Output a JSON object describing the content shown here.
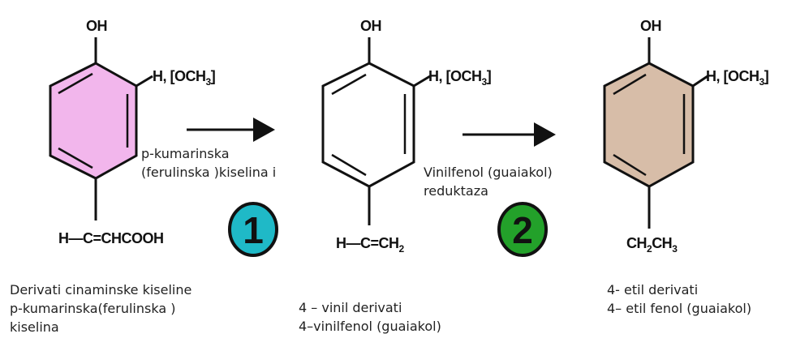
{
  "colors": {
    "ring1_fill": "#f2b6ec",
    "ring3_fill": "#d7bda8",
    "step1_badge": "#1fb9c7",
    "step2_badge": "#23a12a"
  },
  "molecule1": {
    "top_group": "OH",
    "side_group": "H, [OCH",
    "side_sub": "3",
    "side_close": "]",
    "bottom_group": "H—C=CHCOOH",
    "caption": [
      "Derivati cinaminske kiseline",
      "p-kumarinska(ferulinska )",
      "kiselina"
    ]
  },
  "molecule2": {
    "top_group": "OH",
    "side_group": "H, [OCH",
    "side_sub": "3",
    "side_close": "]",
    "bottom_group": "H—C=CH",
    "bottom_sub": "2",
    "caption": [
      "4 – vinil derivati",
      "4–vinilfenol (guaiakol)"
    ]
  },
  "molecule3": {
    "top_group": "OH",
    "side_group": "H, [OCH",
    "side_sub": "3",
    "side_close": "]",
    "bottom_group": "CH",
    "bottom_sub1": "2",
    "bottom_mid": "CH",
    "bottom_sub2": "3",
    "caption": [
      "4- etil derivati",
      "4– etil fenol (guaiakol)"
    ]
  },
  "step1": {
    "number": "1",
    "enzyme": [
      "p-kumarinska",
      "(ferulinska )kiselina i"
    ]
  },
  "step2": {
    "number": "2",
    "enzyme": [
      "Vinilfenol (guaiakol)",
      "reduktaza"
    ]
  }
}
